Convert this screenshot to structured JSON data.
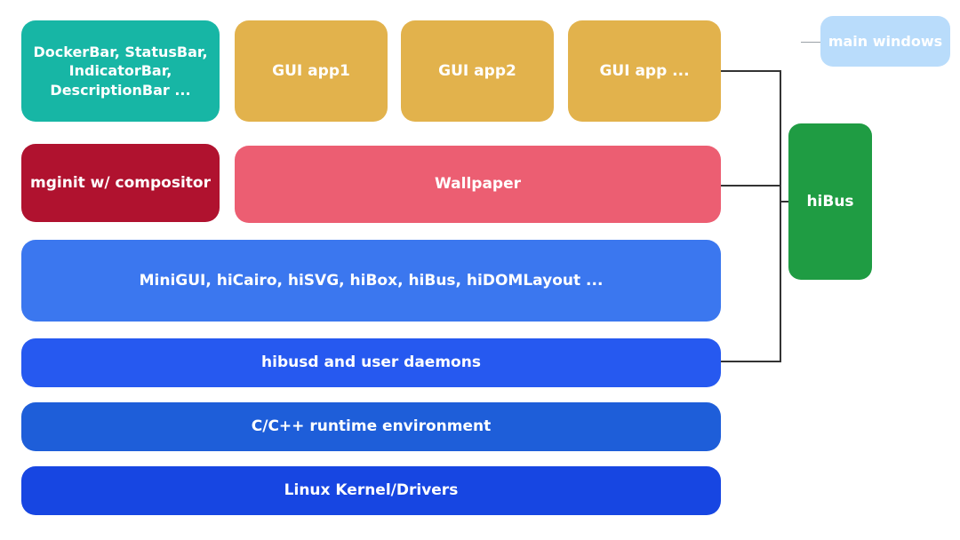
{
  "diagram": {
    "top_row": {
      "bars_block": [
        "DockerBar, StatusBar,",
        "IndicatorBar,",
        "DescriptionBar ..."
      ],
      "apps": [
        "GUI app1",
        "GUI app2",
        "GUI app ..."
      ]
    },
    "mginit": "mginit w/ compositor",
    "wallpaper": "Wallpaper",
    "libraries": "MiniGUI, hiCairo, hiSVG, hiBox, hiBus, hiDOMLayout ...",
    "daemons": "hibusd and user daemons",
    "runtime": "C/C++ runtime environment",
    "kernel": "Linux Kernel/Drivers",
    "hibus": "hiBus",
    "legend": "main windows",
    "colors": {
      "teal": "#17b6a5",
      "gold": "#e2b24c",
      "crimson": "#b0122f",
      "pink": "#ec5e72",
      "blue_light": "#3b77ef",
      "blue_mid": "#2659f0",
      "blue_dark": "#1746e2",
      "green": "#1f9c43",
      "legend_blue": "#b9dcfb"
    }
  }
}
